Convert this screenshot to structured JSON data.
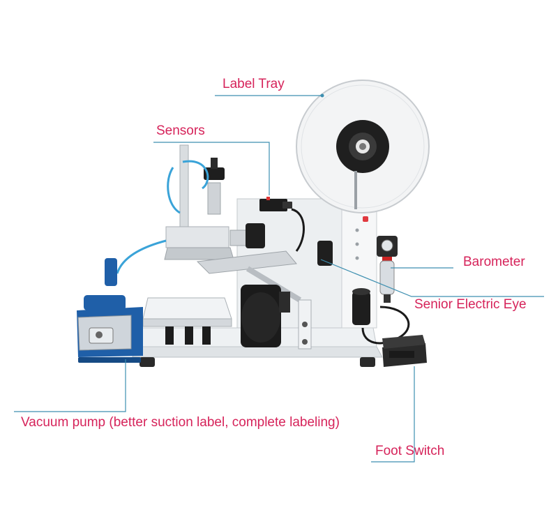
{
  "labels": {
    "label_tray": "Label Tray",
    "sensors": "Sensors",
    "barometer": "Barometer",
    "senior_electric_eye": "Senior Electric Eye",
    "vacuum_pump": "Vacuum pump (better suction label, complete labeling)",
    "foot_switch": "Foot Switch"
  },
  "colors": {
    "label_text": "#d6235a",
    "leader_line": "#3d8fb0",
    "pump_blue": "#1f5fa8",
    "tube_blue": "#3aa3d8",
    "machine_body": "#e9ecef",
    "machine_dark": "#1e1e1e"
  }
}
